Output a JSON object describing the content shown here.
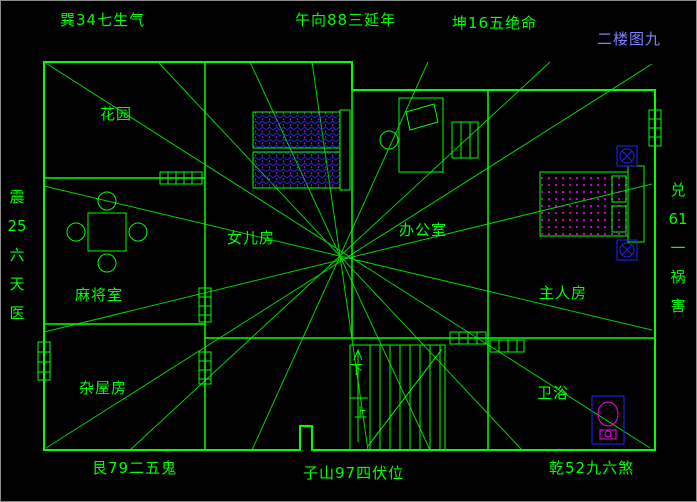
{
  "drawing_title": "二楼图九",
  "compass": {
    "top_left": "巽34七生气",
    "top_center": "午向88三延年",
    "top_right": "坤16五绝命",
    "bottom_left": "艮79二五鬼",
    "bottom_center": "子山97四伏位",
    "bottom_right": "乾52九六煞",
    "left_chars": [
      "震",
      "25",
      "六",
      "天",
      "医"
    ],
    "right_chars": [
      "兑",
      "61",
      "一",
      "祸",
      "害"
    ]
  },
  "rooms": {
    "garden": "花园",
    "mahjong": "麻将室",
    "storage": "杂屋房",
    "daughter": "女儿房",
    "office": "办公室",
    "master": "主人房",
    "bathroom": "卫浴"
  },
  "stairs": {
    "down": "下",
    "up": "上"
  },
  "colors": {
    "background": "#000000",
    "wall_green": "#00ff00",
    "text_green": "#00ff00",
    "furniture_blue": "#2222ff",
    "accent_magenta": "#ff00ff",
    "title_purple": "#8080ff"
  }
}
